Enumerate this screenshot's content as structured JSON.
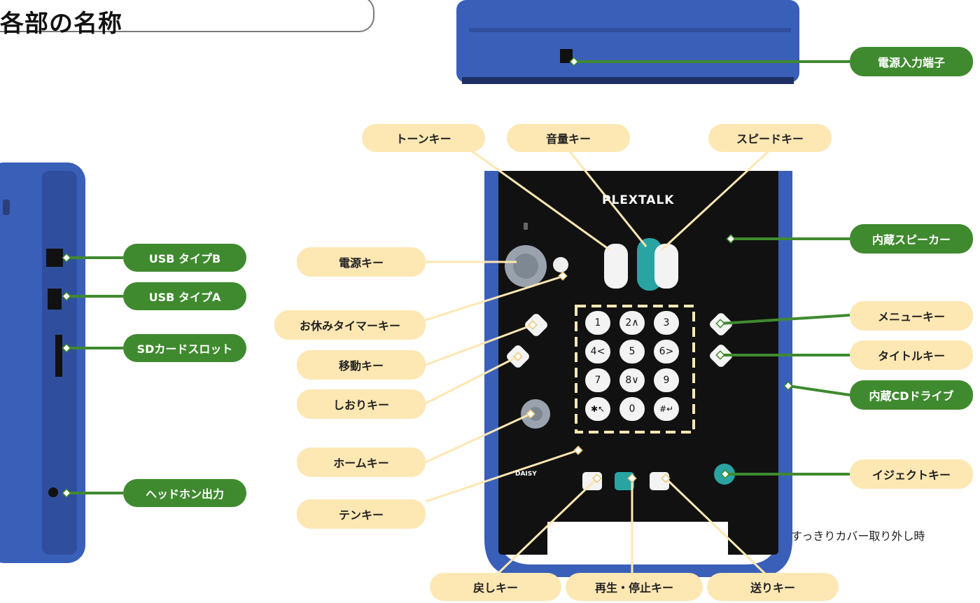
{
  "title": "各部の名称",
  "note": "すっきりカバー取り外し時",
  "brand": "PLEXTALK",
  "daisy_logo": "DAISY",
  "colors": {
    "green": "#3f8a2f",
    "yellow": "#fde7b3",
    "device_blue": "#3a5fb8",
    "panel_black": "#111111",
    "teal": "#2aa3a3"
  },
  "labels": {
    "power_input": "電源入力端子",
    "tone": "トーンキー",
    "volume": "音量キー",
    "speed": "スピードキー",
    "speaker": "内蔵スピーカー",
    "power_key": "電源キー",
    "sleep_timer": "お休みタイマーキー",
    "goto": "移動キー",
    "bookmark": "しおりキー",
    "home": "ホームキー",
    "tenkey": "テンキー",
    "menu": "メニューキー",
    "title_key": "タイトルキー",
    "cd_drive": "内蔵CDドライブ",
    "eject": "イジェクトキー",
    "rewind": "戻しキー",
    "play_stop": "再生・停止キー",
    "forward": "送りキー",
    "usb_b": "USB タイプB",
    "usb_a": "USB タイプA",
    "sd_slot": "SDカードスロット",
    "headphone": "ヘッドホン出力"
  },
  "keypad": [
    "1",
    "2∧",
    "3",
    "4<",
    "5",
    "6>",
    "7",
    "8∨",
    "9",
    "✱↖",
    "0",
    "#↵"
  ]
}
